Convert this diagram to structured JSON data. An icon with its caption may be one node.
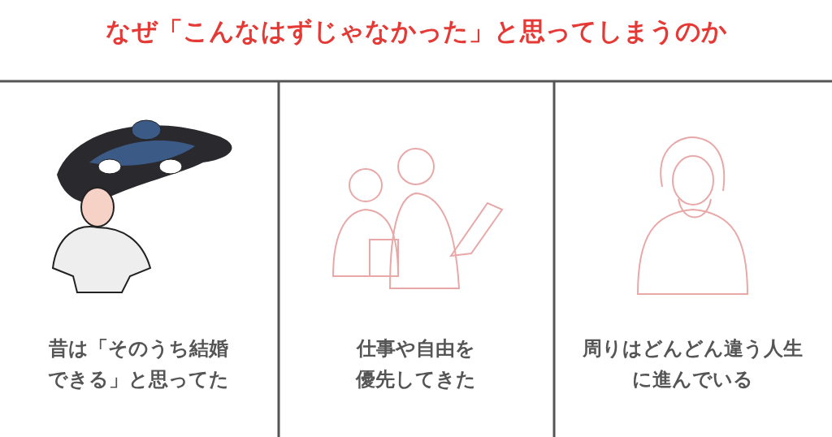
{
  "diagram": {
    "title": "なぜ「こんなはずじゃなかった」と思ってしまうのか",
    "labels": [
      "昔は「そのうち結婚できる」と思ってた",
      "仕事や自由を優先してきた",
      "周りはどんどん違う人生に進んでいる"
    ]
  }
}
